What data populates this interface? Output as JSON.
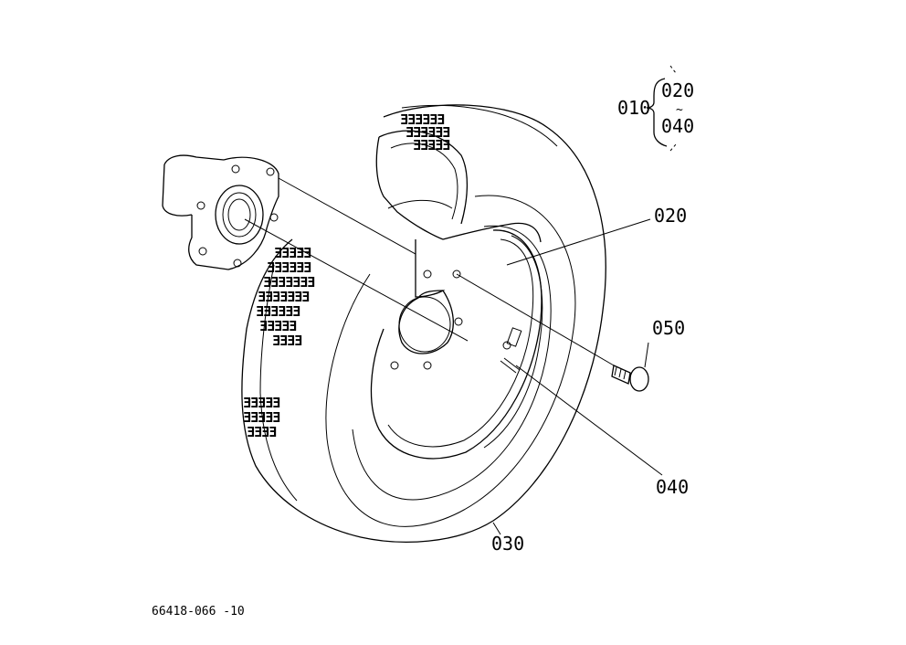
{
  "labels": {
    "assembly": "010",
    "range_start": "020",
    "range_sep": "~",
    "range_end": "040",
    "rim": "020",
    "bolt": "050",
    "valve": "040",
    "tire": "030",
    "drawing_number": "66418-066 -10"
  },
  "colors": {
    "line": "#000000",
    "background": "#ffffff"
  }
}
